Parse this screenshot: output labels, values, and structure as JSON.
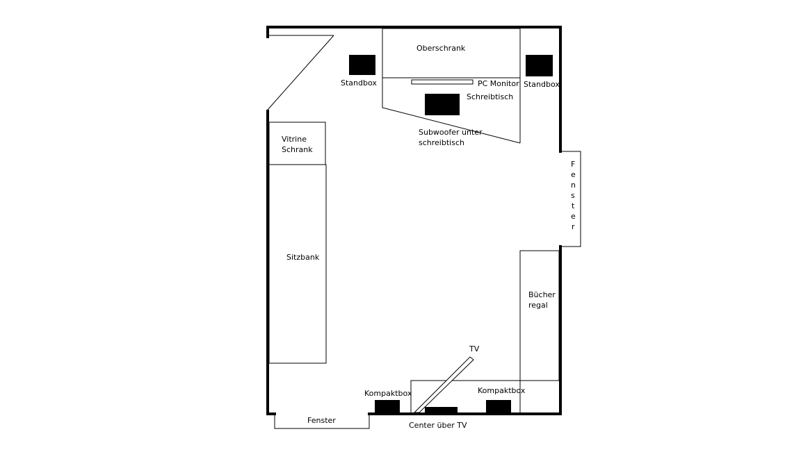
{
  "labels": {
    "oberschrank": "Oberschrank",
    "standbox_left": "Standbox",
    "standbox_right": "Standbox",
    "pc_monitor": "PC Monitor",
    "schreibtisch": "Schreibtisch",
    "subwoofer_line1": "Subwoofer unter",
    "subwoofer_line2": "schreibtisch",
    "vitrine_line1": "Vitrine",
    "vitrine_line2": "Schrank",
    "sitzbank": "Sitzbank",
    "fenster_side": [
      "F",
      "e",
      "n",
      "s",
      "t",
      "e",
      "r"
    ],
    "buecher_line1": "Bücher",
    "buecher_line2": "regal",
    "tv": "TV",
    "kompaktbox_left": "Kompaktbox",
    "kompaktbox_right": "Kompaktbox",
    "fenster_bottom": "Fenster",
    "center": "Center über TV"
  },
  "colors": {
    "line": "#000000",
    "fill": "#000000",
    "background": "#ffffff"
  }
}
